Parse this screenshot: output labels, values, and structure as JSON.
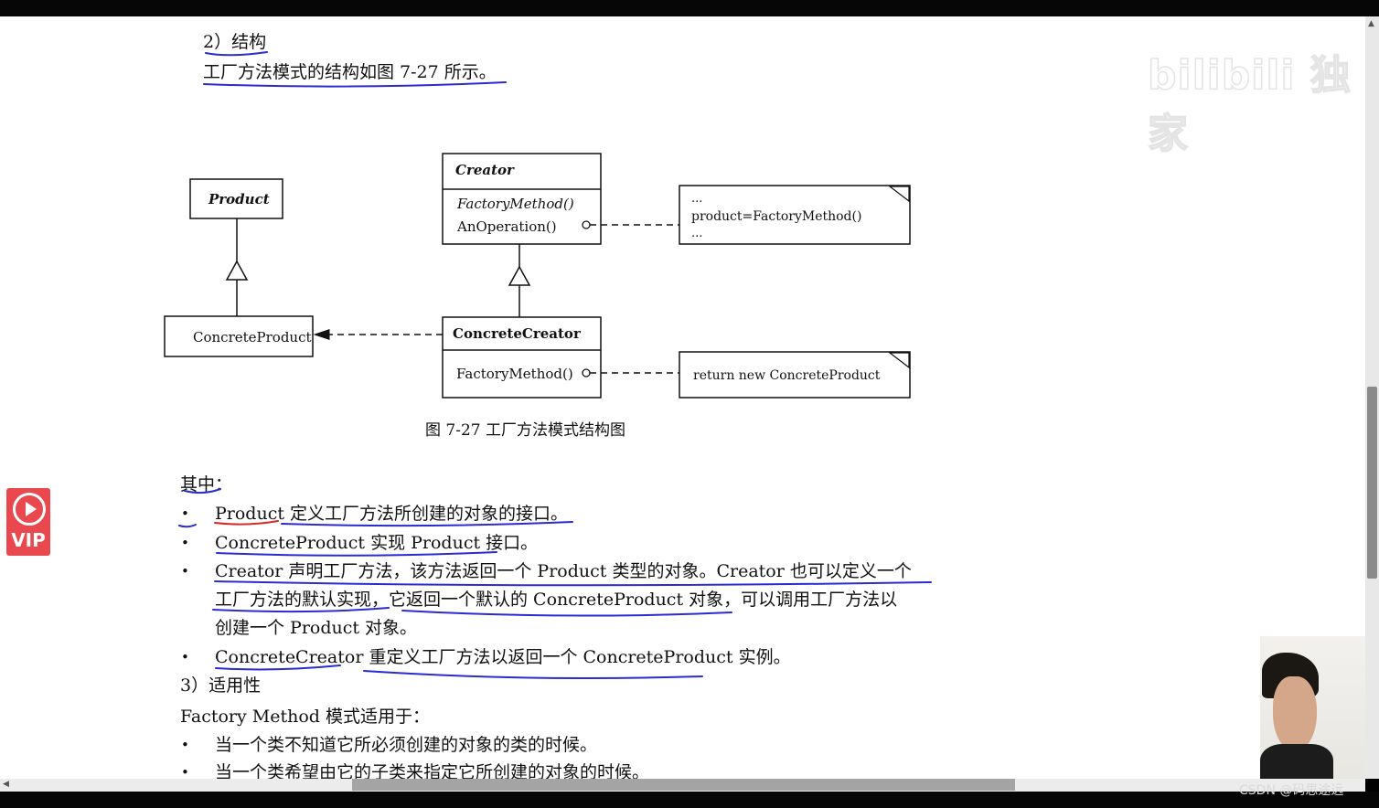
{
  "header": {
    "section_heading": "2）结构",
    "intro_line": "工厂方法模式的结构如图 7-27 所示。"
  },
  "diagram": {
    "product": "Product",
    "concrete_product": "ConcreteProduct",
    "creator": "Creator",
    "creator_ops": [
      "FactoryMethod()",
      "AnOperation()"
    ],
    "concrete_creator": "ConcreteCreator",
    "concrete_creator_ops": [
      "FactoryMethod()"
    ],
    "note1_lines": [
      "...",
      "product=FactoryMethod()",
      "..."
    ],
    "note2": "return new ConcreteProduct",
    "caption": "图 7-27    工厂方法模式结构图"
  },
  "body": {
    "qizhong": "其中：",
    "bullets": [
      "Product 定义工厂方法所创建的对象的接口。",
      "ConcreteProduct 实现 Product 接口。",
      "Creator 声明工厂方法，该方法返回一个 Product 类型的对象。Creator 也可以定义一个",
      "工厂方法的默认实现，它返回一个默认的 ConcreteProduct 对象，可以调用工厂方法以",
      "创建一个 Product 对象。",
      "ConcreteCreator 重定义工厂方法以返回一个 ConcreteProduct 实例。"
    ],
    "applicability_heading": "3）适用性",
    "applicability_intro": "Factory Method 模式适用于：",
    "applicability_bullets": [
      "当一个类不知道它所必须创建的对象的类的时候。",
      "当一个类希望由它的子类来指定它所创建的对象的时候。"
    ],
    "bullet_char": "•"
  },
  "overlay": {
    "watermark": "bilibili 独家",
    "vip_label": "VIP",
    "csdn": "CSDN @码思途远"
  },
  "colors": {
    "pen_blue": "#2b2bd1",
    "pen_red": "#d42a2a",
    "vip_red": "#e8484e"
  },
  "icons": {
    "vip_badge": "play-circle-icon",
    "note_corner": "folded-corner-icon"
  }
}
